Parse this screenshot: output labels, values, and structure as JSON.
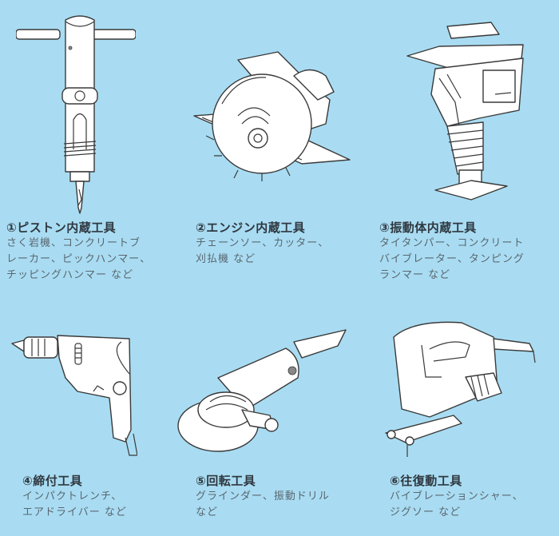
{
  "colors": {
    "background": "#a9dcf2",
    "title_text": "#2f3840",
    "desc_text": "#5a6770"
  },
  "tools": [
    {
      "number": "①",
      "title": "ピストン内蔵工具",
      "desc_lines": [
        "さく岩機、コンクリートブ",
        "レーカー、ピックハンマー、",
        "チッピングハンマー など"
      ],
      "icon": "jackhammer-illustration"
    },
    {
      "number": "②",
      "title": "エンジン内蔵工具",
      "desc_lines": [
        "チェーンソー、カッター、",
        "刈払機 など"
      ],
      "icon": "circular-saw-illustration"
    },
    {
      "number": "③",
      "title": "振動体内蔵工具",
      "desc_lines": [
        "タイタンパー、コンクリート",
        "バイブレーター、タンピング",
        "ランマー など"
      ],
      "icon": "tamping-rammer-illustration"
    },
    {
      "number": "④",
      "title": "締付工具",
      "desc_lines": [
        "インパクトレンチ、",
        "エアドライバー など"
      ],
      "icon": "drill-illustration"
    },
    {
      "number": "⑤",
      "title": "回転工具",
      "desc_lines": [
        "グラインダー、振動ドリル",
        "など"
      ],
      "icon": "angle-grinder-illustration"
    },
    {
      "number": "⑥",
      "title": "往復動工具",
      "desc_lines": [
        "バイブレーションシャー、",
        "ジグソー など"
      ],
      "icon": "jigsaw-illustration"
    }
  ]
}
